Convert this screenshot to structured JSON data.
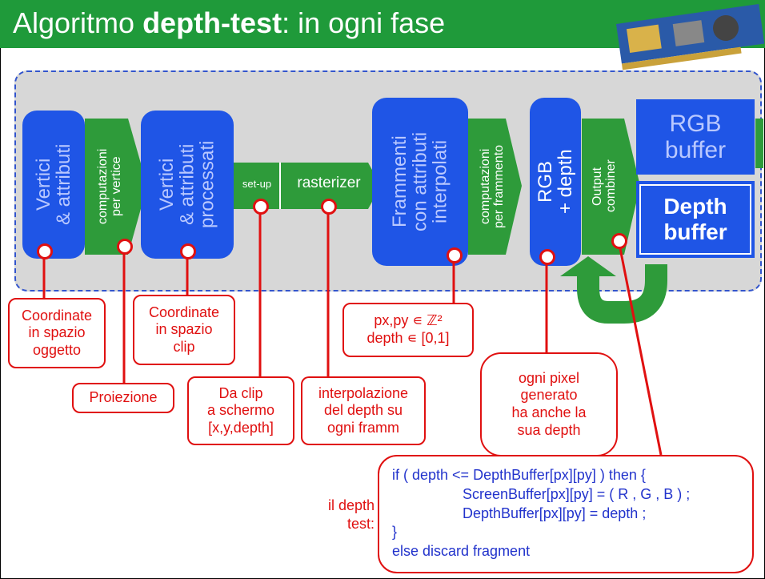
{
  "title": {
    "prefix": "Algoritmo ",
    "bold": "depth-test",
    "suffix": ": in ogni fase"
  },
  "pipeline": {
    "vertici_attributi": [
      "Vertici",
      "& attributi"
    ],
    "computazioni_vertice": [
      "computazioni",
      "per vertice"
    ],
    "vertici_processati": [
      "Vertici",
      "& attributi",
      "processati"
    ],
    "setup": "set-up",
    "rasterizer": "rasterizer",
    "frammenti": [
      "Frammenti",
      "con attributi",
      "interpolati"
    ],
    "computazioni_frammento": [
      "computazioni",
      "per frammento"
    ],
    "rgb_depth": [
      "RGB",
      "+ depth"
    ],
    "output_combiner": [
      "Output",
      "combiner"
    ],
    "rgb_buffer": [
      "RGB",
      "buffer"
    ],
    "depth_buffer": [
      "Depth",
      "buffer"
    ]
  },
  "callouts": {
    "coord_oggetto": [
      "Coordinate",
      "in spazio",
      "oggetto"
    ],
    "proiezione": "Proiezione",
    "coord_clip": [
      "Coordinate",
      "in spazio",
      "clip"
    ],
    "da_clip": [
      "Da clip",
      "a schermo",
      "[x,y,depth]"
    ],
    "interpolazione": [
      "interpolazione",
      "del depth su",
      "ogni framm"
    ],
    "px_py": [
      "px,py ∊ ℤ²",
      "depth ∊ [0,1]"
    ],
    "ogni_pixel": [
      "ogni pixel",
      "generato",
      "ha anche la",
      "sua depth"
    ]
  },
  "depth_test": {
    "label": [
      "il depth",
      "test:"
    ],
    "code": [
      "if  ( depth <= DepthBuffer[px][py] ) then {",
      "ScreenBuffer[px][py] = ( R , G , B ) ;",
      "DepthBuffer[px][py] = depth ;",
      "}",
      "else discard fragment"
    ]
  },
  "colors": {
    "title_bar": "#1f9a3a",
    "blue": "#1f55e6",
    "green": "#2e9b3a",
    "red": "#e01010",
    "code_blue": "#2233cc"
  },
  "icons": {
    "gpu_card": "graphics-card-image"
  }
}
